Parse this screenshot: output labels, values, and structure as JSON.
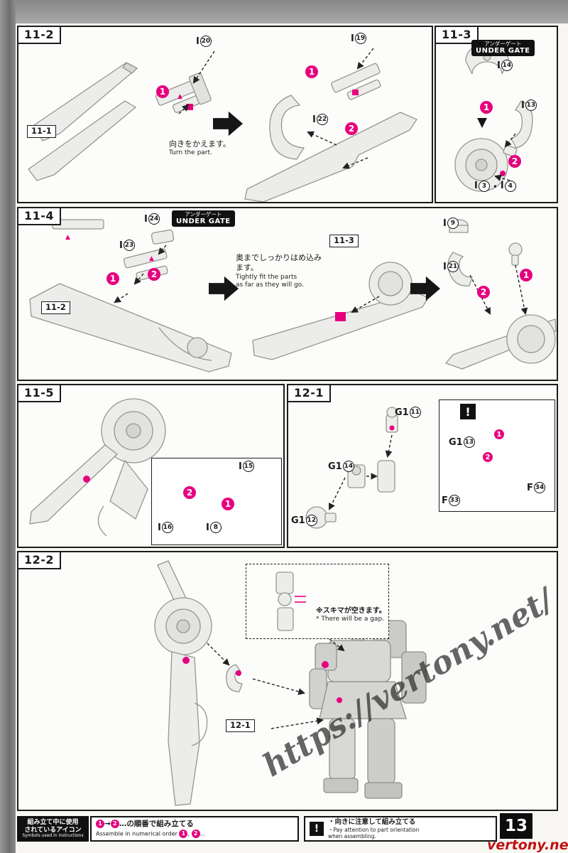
{
  "page": {
    "number": "13",
    "watermark": "https://vertony.net/",
    "credit": "vertony.net"
  },
  "colors": {
    "accent_pink": "#e6007e",
    "ink": "#1a1a1a"
  },
  "under_gate": {
    "jp": "アンダーゲート",
    "en": "UNDER GATE"
  },
  "orders": {
    "one": "1",
    "two": "2"
  },
  "warn_mark": "!",
  "panels": {
    "s11_2": {
      "title": "11-2",
      "ref_11_1": "11-1",
      "note_jp": "向きをかえます。",
      "note_en": "Turn the part.",
      "c_i20": {
        "p": "I",
        "n": "20"
      },
      "c_i19": {
        "p": "I",
        "n": "19"
      },
      "c_i22": {
        "p": "I",
        "n": "22"
      }
    },
    "s11_3": {
      "title": "11-3",
      "c_i14": {
        "p": "I",
        "n": "14"
      },
      "c_i13": {
        "p": "I",
        "n": "13"
      },
      "result": {
        "p1": "I",
        "n1": "3",
        "sep": "・",
        "p2": "I",
        "n2": "4"
      }
    },
    "s11_4": {
      "title": "11-4",
      "ref_11_2": "11-2",
      "ref_11_3": "11-3",
      "note_jp": "奥までしっかりはめ込みます。",
      "note_en1": "Tightly fit the parts",
      "note_en2": "as far as they will go.",
      "c_i24": {
        "p": "I",
        "n": "24"
      },
      "c_i23": {
        "p": "I",
        "n": "23"
      },
      "c_i9": {
        "p": "I",
        "n": "9"
      },
      "c_i21": {
        "p": "I",
        "n": "21"
      }
    },
    "s11_5": {
      "title": "11-5",
      "c_i15": {
        "p": "I",
        "n": "15"
      },
      "c_i16": {
        "p": "I",
        "n": "16"
      },
      "c_i8": {
        "p": "I",
        "n": "8"
      }
    },
    "s12_1": {
      "title": "12-1",
      "c_g11": {
        "p": "G1",
        "n": "11"
      },
      "c_g14": {
        "p": "G1",
        "n": "14"
      },
      "c_g12": {
        "p": "G1",
        "n": "12"
      },
      "c_g13": {
        "p": "G1",
        "n": "13"
      },
      "c_f34": {
        "p": "F",
        "n": "34"
      },
      "c_f33": {
        "p": "F",
        "n": "33"
      }
    },
    "s12_2": {
      "title": "12-2",
      "ref_12_1": "12-1",
      "gap_jp": "※スキマが空きます。",
      "gap_en": "* There will be a gap."
    }
  },
  "legend": {
    "header_jp1": "組み立て中に使用",
    "header_jp2": "されているアイコン",
    "header_en": "Symbols used in instructions",
    "order_arrow": "→",
    "order_jp_suffix": "…の順番で組み立てる",
    "order_en_prefix": "Assemble in numerical order",
    "order_en_sep": ",",
    "order_en_suffix": "...",
    "orient_jp": "・向きに注意して組み立てる",
    "orient_en1": "・Pay attention to part orientation",
    "orient_en2": "when assembling."
  }
}
